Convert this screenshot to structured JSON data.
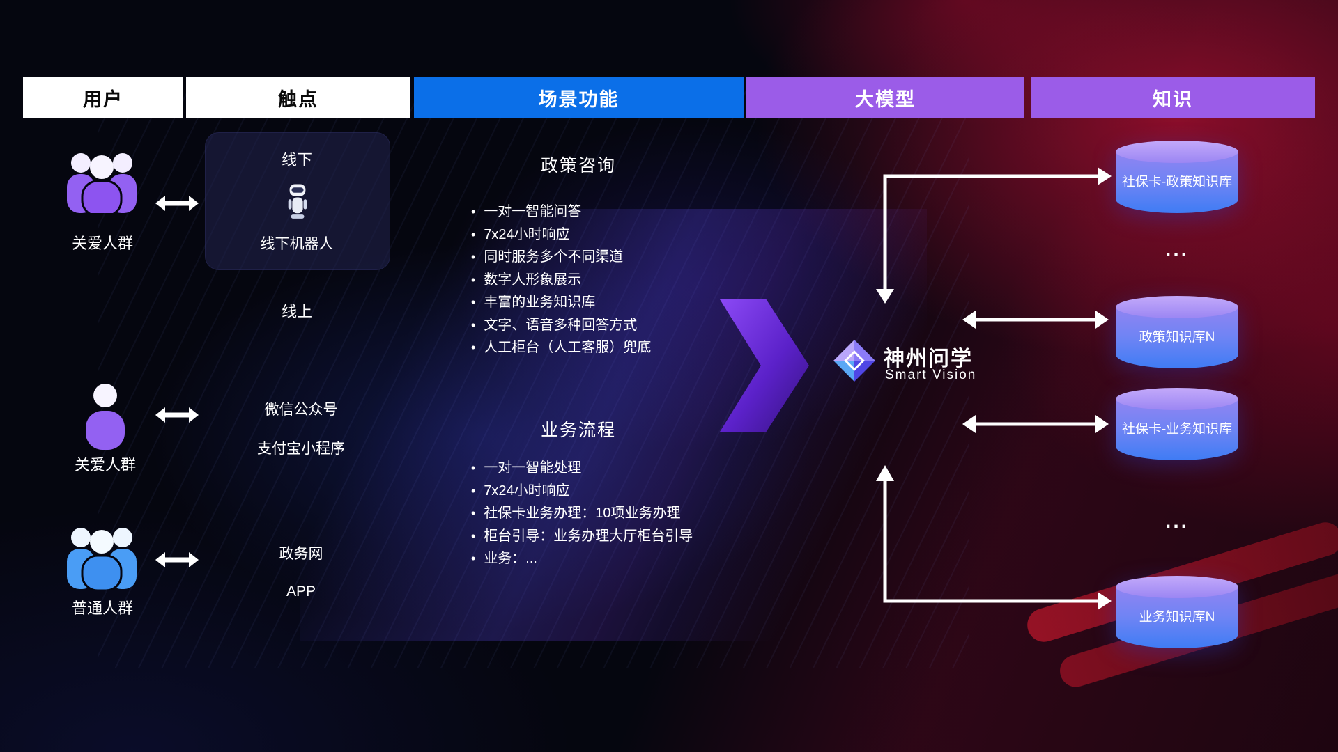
{
  "columns": [
    {
      "label": "用户"
    },
    {
      "label": "触点"
    },
    {
      "label": "场景功能"
    },
    {
      "label": "大模型"
    },
    {
      "label": "知识"
    }
  ],
  "users": {
    "group1_label": "关爱人群",
    "single_label": "关爱人群",
    "group2_label": "普通人群"
  },
  "touchpoints": {
    "offline_title": "线下",
    "offline_robot": "线下机器人",
    "online_title": "线上",
    "wechat": "微信公众号",
    "alipay": "支付宝小程序",
    "gov": "政务网",
    "app": "APP"
  },
  "scenarios": [
    {
      "title": "政策咨询",
      "bullets": [
        "一对一智能问答",
        "7x24小时响应",
        "同时服务多个不同渠道",
        "数字人形象展示",
        "丰富的业务知识库",
        "文字、语音多种回答方式",
        "人工柜台（人工客服）兜底"
      ]
    },
    {
      "title": "业务流程",
      "bullets": [
        "一对一智能处理",
        "7x24小时响应",
        "社保卡业务办理：10项业务办理",
        "柜台引导：业务办理大厅柜台引导",
        "业务：..."
      ]
    }
  ],
  "model": {
    "name": "神州问学",
    "subtitle": "Smart Vision"
  },
  "knowledge": {
    "databases": [
      "社保卡-政策知识库",
      "政策知识库N",
      "社保卡-业务知识库",
      "业务知识库N"
    ],
    "ellipsis": "..."
  },
  "colors": {
    "header_blue": "#0b6fe8",
    "header_purple": "#9b5ce8",
    "arrow_purple": "#6d2df0",
    "db_top": "#b9a0f8",
    "db_body_top": "#8f7cf0",
    "db_body_bottom": "#3b7cf5",
    "accent_red": "#b0122d"
  }
}
